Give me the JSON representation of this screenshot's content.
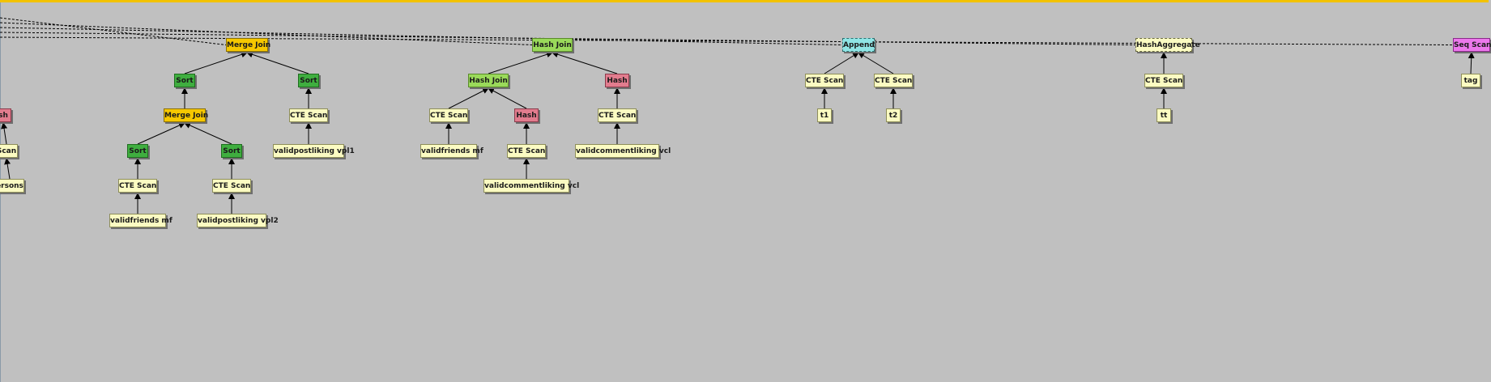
{
  "colors": {
    "background": "#c0c0c0",
    "top_bar": "#f2c200",
    "merge_join": "#f6c800",
    "sort": "#3fae3f",
    "hash_join": "#9ada5a",
    "hash": "#e27c8e",
    "append": "#8fe5e5",
    "scan": "#fbfbc2",
    "seq_scan": "#ec78ec"
  },
  "nodes": [
    {
      "id": "hash-left",
      "label": "sh",
      "kind": "hash"
    },
    {
      "id": "scan-left",
      "label": "Scan",
      "kind": "scan"
    },
    {
      "id": "persons-left",
      "label": "ersons",
      "kind": "rel"
    },
    {
      "id": "mj1",
      "label": "Merge Join",
      "kind": "merge"
    },
    {
      "id": "sort1",
      "label": "Sort",
      "kind": "sort"
    },
    {
      "id": "sort2",
      "label": "Sort",
      "kind": "sort"
    },
    {
      "id": "mj2",
      "label": "Merge Join",
      "kind": "merge"
    },
    {
      "id": "cte1",
      "label": "CTE Scan",
      "kind": "scan"
    },
    {
      "id": "vpl1",
      "label": "validpostliking vpl1",
      "kind": "rel"
    },
    {
      "id": "sort3",
      "label": "Sort",
      "kind": "sort"
    },
    {
      "id": "sort4",
      "label": "Sort",
      "kind": "sort"
    },
    {
      "id": "cte2",
      "label": "CTE Scan",
      "kind": "scan"
    },
    {
      "id": "cte3",
      "label": "CTE Scan",
      "kind": "scan"
    },
    {
      "id": "vf1",
      "label": "validfriends mf",
      "kind": "rel"
    },
    {
      "id": "vpl2",
      "label": "validpostliking vpl2",
      "kind": "rel"
    },
    {
      "id": "hj1",
      "label": "Hash Join",
      "kind": "hashjoin"
    },
    {
      "id": "hj2",
      "label": "Hash Join",
      "kind": "hashjoin"
    },
    {
      "id": "hash1",
      "label": "Hash",
      "kind": "hash"
    },
    {
      "id": "cte4",
      "label": "CTE Scan",
      "kind": "scan"
    },
    {
      "id": "hash2",
      "label": "Hash",
      "kind": "hash"
    },
    {
      "id": "cte5",
      "label": "CTE Scan",
      "kind": "scan"
    },
    {
      "id": "vf2",
      "label": "validfriends mf",
      "kind": "rel"
    },
    {
      "id": "cte6",
      "label": "CTE Scan",
      "kind": "scan"
    },
    {
      "id": "vcl1",
      "label": "validcommentliking vcl",
      "kind": "rel"
    },
    {
      "id": "vcl2",
      "label": "validcommentliking vcl",
      "kind": "rel"
    },
    {
      "id": "append",
      "label": "Append",
      "kind": "append"
    },
    {
      "id": "cte7",
      "label": "CTE Scan",
      "kind": "scan"
    },
    {
      "id": "cte8",
      "label": "CTE Scan",
      "kind": "scan"
    },
    {
      "id": "t1",
      "label": "t1",
      "kind": "rel"
    },
    {
      "id": "t2",
      "label": "t2",
      "kind": "rel"
    },
    {
      "id": "agg",
      "label": "HashAggregate",
      "kind": "agg"
    },
    {
      "id": "cte9",
      "label": "CTE Scan",
      "kind": "scan"
    },
    {
      "id": "tt",
      "label": "tt",
      "kind": "rel"
    },
    {
      "id": "seq",
      "label": "Seq Scan",
      "kind": "seq"
    },
    {
      "id": "tag",
      "label": "tag",
      "kind": "rel"
    }
  ],
  "edges": [
    [
      "sort1",
      "mj1"
    ],
    [
      "sort2",
      "mj1"
    ],
    [
      "mj2",
      "sort1"
    ],
    [
      "cte1",
      "sort2"
    ],
    [
      "vpl1",
      "cte1"
    ],
    [
      "sort3",
      "mj2"
    ],
    [
      "sort4",
      "mj2"
    ],
    [
      "cte2",
      "sort3"
    ],
    [
      "cte3",
      "sort4"
    ],
    [
      "vf1",
      "cte2"
    ],
    [
      "vpl2",
      "cte3"
    ],
    [
      "hj2",
      "hj1"
    ],
    [
      "hash1",
      "hj1"
    ],
    [
      "cte4",
      "hj2"
    ],
    [
      "hash2",
      "hj2"
    ],
    [
      "cte5",
      "hash2"
    ],
    [
      "vf2",
      "cte4"
    ],
    [
      "cte6",
      "hash1"
    ],
    [
      "vcl1",
      "cte6"
    ],
    [
      "vcl2",
      "cte5"
    ],
    [
      "cte7",
      "append"
    ],
    [
      "cte8",
      "append"
    ],
    [
      "t1",
      "cte7"
    ],
    [
      "t2",
      "cte8"
    ],
    [
      "cte9",
      "agg"
    ],
    [
      "tt",
      "cte9"
    ],
    [
      "tag",
      "seq"
    ],
    [
      "scan-left",
      "hash-left"
    ],
    [
      "persons-left",
      "scan-left"
    ]
  ],
  "dashed_links": [
    "mj1",
    "hj1",
    "append",
    "agg",
    "seq"
  ]
}
